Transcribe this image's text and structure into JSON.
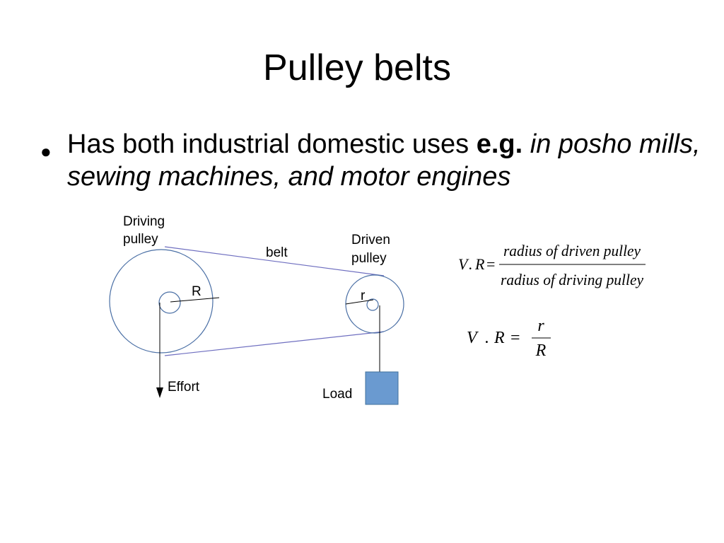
{
  "slide": {
    "title": "Pulley belts",
    "bullet": {
      "text_plain": "Has both industrial domestic uses ",
      "text_bold": "e.g.",
      "text_italic": " in posho mills, sewing machines, and motor engines"
    }
  },
  "diagram": {
    "labels": {
      "driving_line1": "Driving",
      "driving_line2": "pulley",
      "driven_line1": "Driven",
      "driven_line2": "pulley",
      "belt": "belt",
      "radius_large": "R",
      "radius_small": "r",
      "effort": "Effort",
      "load": "Load"
    },
    "colors": {
      "pulley_stroke": "#4a6fa5",
      "belt_stroke": "#6f6fc0",
      "load_fill": "#6a9ad0",
      "load_stroke": "#41719c"
    }
  },
  "formula1": {
    "lhs_v": "V",
    "lhs_dot": ".",
    "lhs_r": "R",
    "equals": "=",
    "numerator": "radius of driven pulley",
    "denominator": "radius of driving pulley"
  },
  "formula2": {
    "lhs_v": "V",
    "lhs_dot": ".",
    "lhs_r": "R",
    "equals": "=",
    "numerator": "r",
    "denominator": "R"
  }
}
